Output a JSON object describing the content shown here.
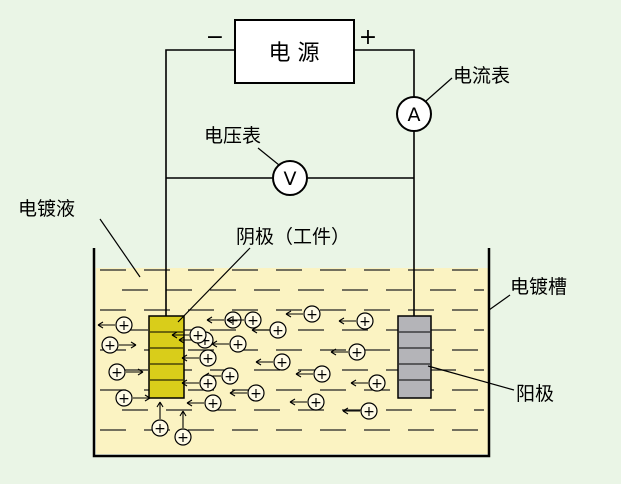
{
  "labels": {
    "power_supply": "电 源",
    "negative_sign": "−",
    "positive_sign": "+",
    "ammeter": "电流表",
    "ammeter_symbol": "A",
    "voltmeter": "电压表",
    "voltmeter_symbol": "V",
    "electrolyte": "电镀液",
    "cathode": "阴极（工件）",
    "tank": "电镀槽",
    "anode": "阳极",
    "ion_symbol": "+"
  },
  "colors": {
    "background": "#eaf5e6",
    "electrolyte": "#fbf3c2",
    "cathode": "#d9cd1a",
    "anode": "#b4b4b8",
    "line": "#000000"
  }
}
